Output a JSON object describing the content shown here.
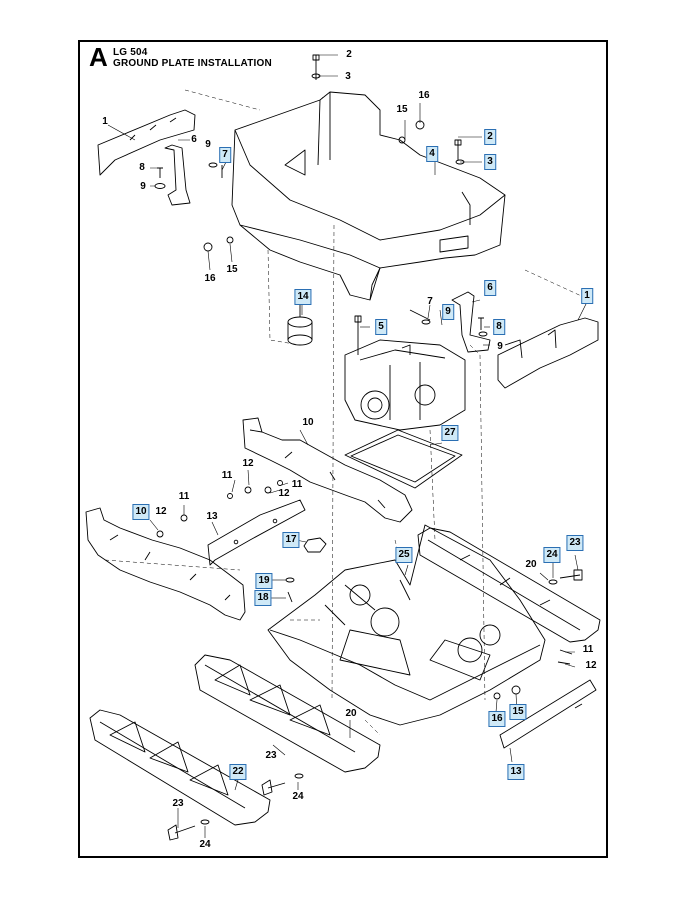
{
  "section_letter": "A",
  "title_line1": "LG 504",
  "title_line2": "GROUND PLATE INSTALLATION",
  "colors": {
    "boxed_fill": "#cfe9f7",
    "boxed_border": "#2b6fb3",
    "line": "#000000"
  },
  "callouts": [
    {
      "id": "c1",
      "label": "2",
      "boxed": false
    },
    {
      "id": "c2",
      "label": "3",
      "boxed": false
    },
    {
      "id": "c3",
      "label": "16",
      "boxed": false
    },
    {
      "id": "c4",
      "label": "15",
      "boxed": false
    },
    {
      "id": "c5",
      "label": "2",
      "boxed": true
    },
    {
      "id": "c6",
      "label": "4",
      "boxed": true
    },
    {
      "id": "c7",
      "label": "3",
      "boxed": true
    },
    {
      "id": "c8",
      "label": "1",
      "boxed": false
    },
    {
      "id": "c9",
      "label": "6",
      "boxed": false
    },
    {
      "id": "c10",
      "label": "9",
      "boxed": false
    },
    {
      "id": "c11",
      "label": "7",
      "boxed": true
    },
    {
      "id": "c12",
      "label": "8",
      "boxed": false
    },
    {
      "id": "c13",
      "label": "9",
      "boxed": false
    },
    {
      "id": "c14",
      "label": "16",
      "boxed": false
    },
    {
      "id": "c15",
      "label": "15",
      "boxed": false
    },
    {
      "id": "c16",
      "label": "14",
      "boxed": true
    },
    {
      "id": "c17",
      "label": "7",
      "boxed": false
    },
    {
      "id": "c18",
      "label": "9",
      "boxed": true
    },
    {
      "id": "c19",
      "label": "6",
      "boxed": true
    },
    {
      "id": "c20",
      "label": "1",
      "boxed": true
    },
    {
      "id": "c21",
      "label": "5",
      "boxed": true
    },
    {
      "id": "c22",
      "label": "8",
      "boxed": true
    },
    {
      "id": "c23",
      "label": "9",
      "boxed": false
    },
    {
      "id": "c24",
      "label": "10",
      "boxed": false
    },
    {
      "id": "c25",
      "label": "27",
      "boxed": true
    },
    {
      "id": "c26",
      "label": "12",
      "boxed": false
    },
    {
      "id": "c27",
      "label": "11",
      "boxed": false
    },
    {
      "id": "c28",
      "label": "12",
      "boxed": false
    },
    {
      "id": "c29",
      "label": "11",
      "boxed": false
    },
    {
      "id": "c30",
      "label": "11",
      "boxed": false
    },
    {
      "id": "c31",
      "label": "10",
      "boxed": true
    },
    {
      "id": "c32",
      "label": "12",
      "boxed": false
    },
    {
      "id": "c33",
      "label": "13",
      "boxed": false
    },
    {
      "id": "c34",
      "label": "17",
      "boxed": true
    },
    {
      "id": "c35",
      "label": "25",
      "boxed": true
    },
    {
      "id": "c36",
      "label": "23",
      "boxed": true
    },
    {
      "id": "c37",
      "label": "24",
      "boxed": true
    },
    {
      "id": "c38",
      "label": "20",
      "boxed": false
    },
    {
      "id": "c39",
      "label": "19",
      "boxed": true
    },
    {
      "id": "c40",
      "label": "18",
      "boxed": true
    },
    {
      "id": "c41",
      "label": "11",
      "boxed": false
    },
    {
      "id": "c42",
      "label": "12",
      "boxed": false
    },
    {
      "id": "c43",
      "label": "20",
      "boxed": false
    },
    {
      "id": "c44",
      "label": "16",
      "boxed": true
    },
    {
      "id": "c45",
      "label": "15",
      "boxed": true
    },
    {
      "id": "c46",
      "label": "13",
      "boxed": true
    },
    {
      "id": "c47",
      "label": "22",
      "boxed": true
    },
    {
      "id": "c48",
      "label": "23",
      "boxed": false
    },
    {
      "id": "c49",
      "label": "24",
      "boxed": false
    },
    {
      "id": "c50",
      "label": "23",
      "boxed": false
    },
    {
      "id": "c51",
      "label": "24",
      "boxed": false
    }
  ]
}
